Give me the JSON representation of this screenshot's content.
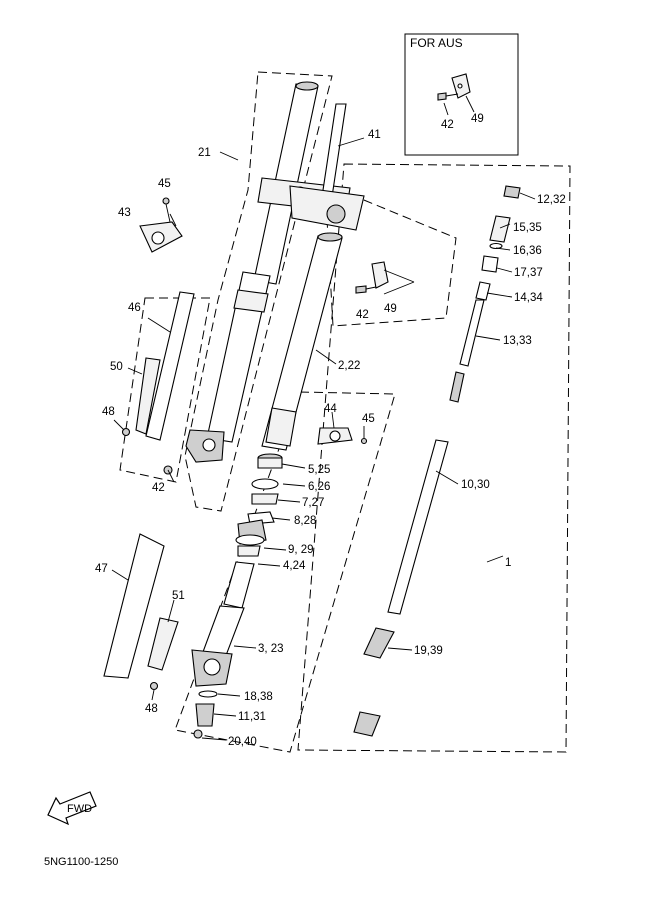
{
  "inset": {
    "title": "FOR AUS",
    "labels": [
      "42",
      "49"
    ]
  },
  "callouts": {
    "c1": "1",
    "c2": "2,22",
    "c3": "3, 23",
    "c4": "4,24",
    "c5": "5,25",
    "c6": "6,26",
    "c7": "7,27",
    "c8": "8,28",
    "c9": "9, 29",
    "c10": "10,30",
    "c11": "11,31",
    "c12": "12,32",
    "c13": "13,33",
    "c14": "14,34",
    "c15": "15,35",
    "c16": "16,36",
    "c17": "17,37",
    "c18": "18,38",
    "c19": "19,39",
    "c20": "20,40",
    "c21": "21",
    "c41": "41",
    "c42a": "42",
    "c42b": "42",
    "c43": "43",
    "c44": "44",
    "c45a": "45",
    "c45b": "45",
    "c46": "46",
    "c47": "47",
    "c48a": "48",
    "c48b": "48",
    "c49": "49",
    "c50": "50",
    "c51": "51"
  },
  "fwd_label": "FWD",
  "diagram_code": "5NG1100-1250"
}
